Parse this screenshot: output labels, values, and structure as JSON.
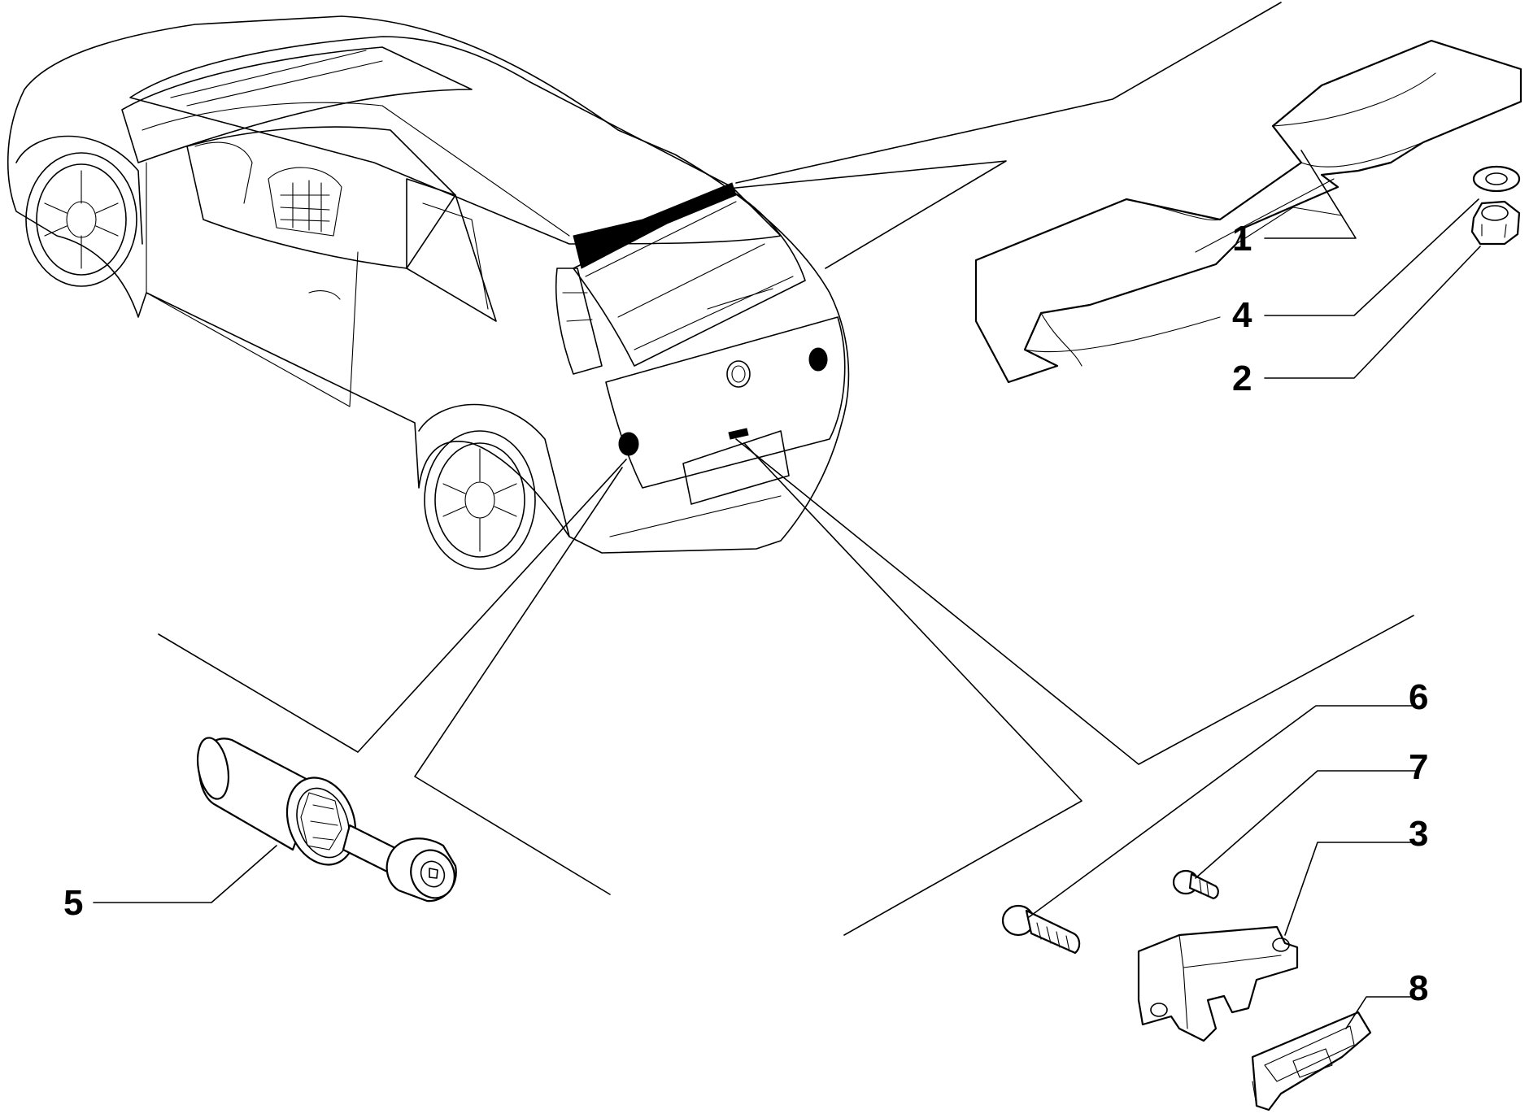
{
  "callouts": [
    {
      "id": "1",
      "label": "1"
    },
    {
      "id": "4",
      "label": "4"
    },
    {
      "id": "2",
      "label": "2"
    },
    {
      "id": "6",
      "label": "6"
    },
    {
      "id": "7",
      "label": "7"
    },
    {
      "id": "3",
      "label": "3"
    },
    {
      "id": "8",
      "label": "8"
    },
    {
      "id": "5",
      "label": "5"
    }
  ]
}
